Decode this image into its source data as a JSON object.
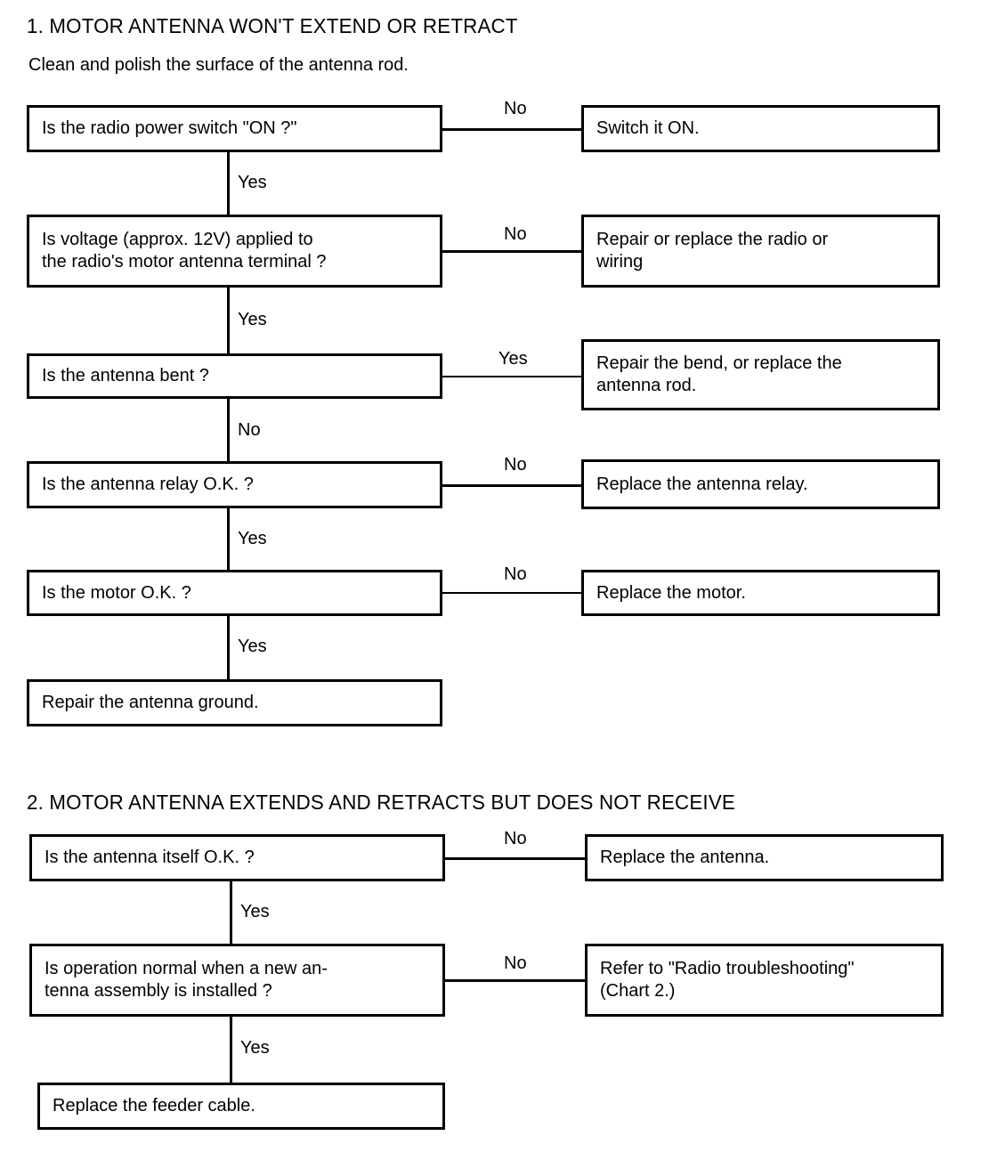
{
  "page": {
    "background": "#ffffff",
    "ink": "#000000"
  },
  "charts": [
    {
      "heading": "1.  MOTOR ANTENNA WON'T EXTEND OR RETRACT",
      "note": "Clean and polish the surface of the antenna rod.",
      "decisions": [
        {
          "question": "Is the radio power switch \"ON ?\"",
          "branch_label": "No",
          "result": "Switch it ON.",
          "continue_label": "Yes"
        },
        {
          "question": "Is voltage (approx. 12V) applied to\nthe radio's motor antenna terminal ?",
          "branch_label": "No",
          "result": "Repair or replace the radio or\nwiring",
          "continue_label": "Yes"
        },
        {
          "question": "Is the antenna bent ?",
          "branch_label": "Yes",
          "result": "Repair the bend, or replace the\nantenna rod.",
          "continue_label": "No"
        },
        {
          "question": "Is the antenna relay O.K. ?",
          "branch_label": "No",
          "result": "Replace the antenna relay.",
          "continue_label": "Yes"
        },
        {
          "question": "Is the motor O.K. ?",
          "branch_label": "No",
          "result": "Replace the motor.",
          "continue_label": "Yes"
        }
      ],
      "terminal": "Repair the antenna ground."
    },
    {
      "heading": "2.  MOTOR ANTENNA EXTENDS AND RETRACTS BUT DOES NOT RECEIVE",
      "decisions": [
        {
          "question": "Is the antenna itself O.K. ?",
          "branch_label": "No",
          "result": "Replace the antenna.",
          "continue_label": "Yes"
        },
        {
          "question": "Is operation normal when a new an-\ntenna assembly is installed ?",
          "branch_label": "No",
          "result": "Refer to \"Radio troubleshooting\"\n(Chart 2.)",
          "continue_label": "Yes"
        }
      ],
      "terminal": "Replace the feeder cable."
    }
  ]
}
